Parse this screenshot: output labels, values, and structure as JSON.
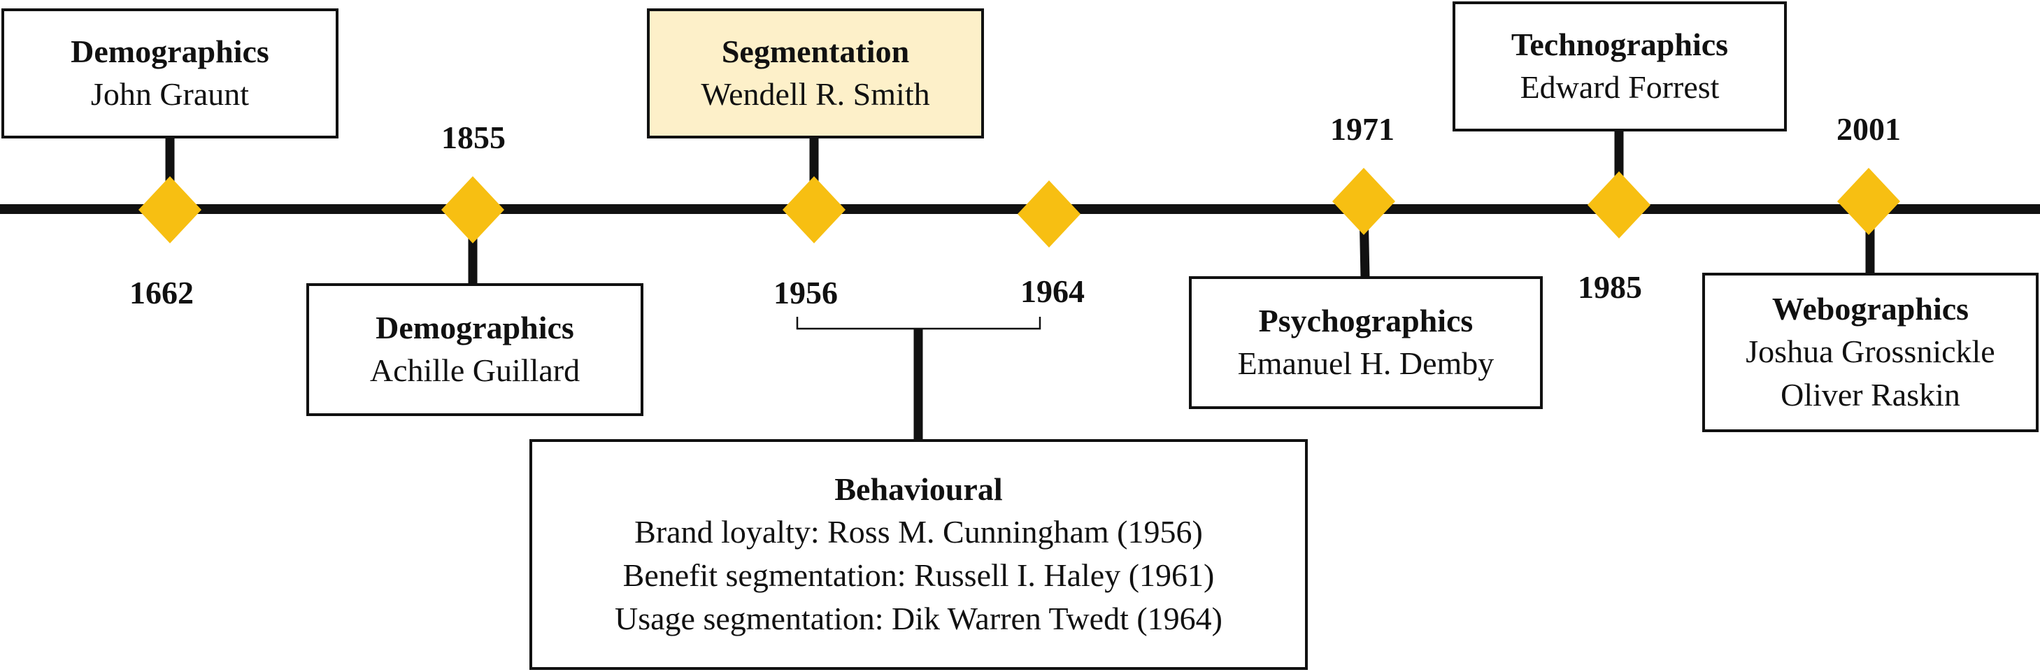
{
  "colors": {
    "line": "#111111",
    "marker": "#f7bf12",
    "highlight_box": "#fdf0c9"
  },
  "years": [
    "1662",
    "1855",
    "1956",
    "1964",
    "1971",
    "1985",
    "2001"
  ],
  "boxes": [
    {
      "title": "Demographics",
      "lines": [
        "John Graunt"
      ]
    },
    {
      "title": "Demographics",
      "lines": [
        "Achille Guillard"
      ]
    },
    {
      "title": "Segmentation",
      "lines": [
        "Wendell R. Smith"
      ]
    },
    {
      "title": "Behavioural",
      "lines": [
        "Brand loyalty: Ross M. Cunningham (1956)",
        "Benefit segmentation: Russell I. Haley (1961)",
        "Usage segmentation: Dik Warren Twedt (1964)"
      ]
    },
    {
      "title": "Psychographics",
      "lines": [
        "Emanuel H. Demby"
      ]
    },
    {
      "title": "Technographics",
      "lines": [
        "Edward Forrest"
      ]
    },
    {
      "title": "Webographics",
      "lines": [
        "Joshua Grossnickle",
        "Oliver Raskin"
      ]
    }
  ]
}
